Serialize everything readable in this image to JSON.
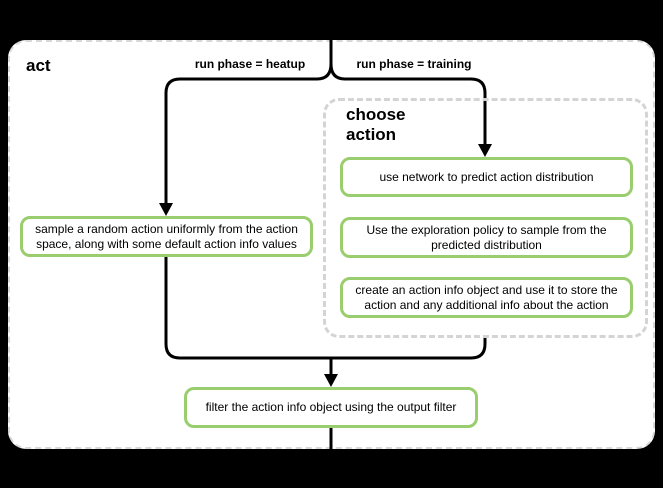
{
  "diagram": {
    "title": "act",
    "branch_labels": {
      "heatup": "run phase = heatup",
      "training": "run phase = training"
    },
    "group": {
      "title": "choose action"
    },
    "nodes": {
      "sample_random": "sample a random action uniformly from the action space, along with some default action info values",
      "predict": "use network to predict action distribution",
      "explore": "Use the exploration policy to sample from the predicted distribution",
      "action_info": "create an action info object and use it to store the action and any additional info about the action",
      "filter": "filter the action info object using the output filter"
    },
    "colors": {
      "node_border": "#9acd6e",
      "group_border": "#d4d4d4",
      "flow_line": "#000000",
      "panel_background": "#ffffff",
      "canvas_background": "#000000"
    }
  }
}
